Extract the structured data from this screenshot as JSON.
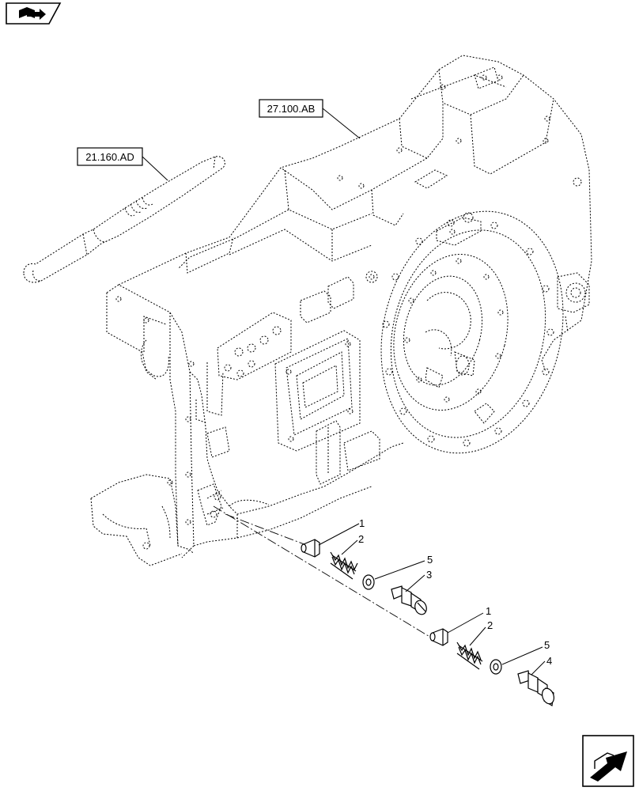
{
  "refs": {
    "transmission_housing": "27.100.AB",
    "shaft": "21.160.AD"
  },
  "callouts": {
    "upper_plunger": "1",
    "upper_spring": "2",
    "upper_washer": "5",
    "upper_switch": "3",
    "lower_plunger": "1",
    "lower_spring": "2",
    "lower_washer": "5",
    "lower_switch": "4"
  },
  "icons": {
    "top_left": "book-arrow-icon",
    "bottom_right": "next-page-arrow-icon"
  }
}
